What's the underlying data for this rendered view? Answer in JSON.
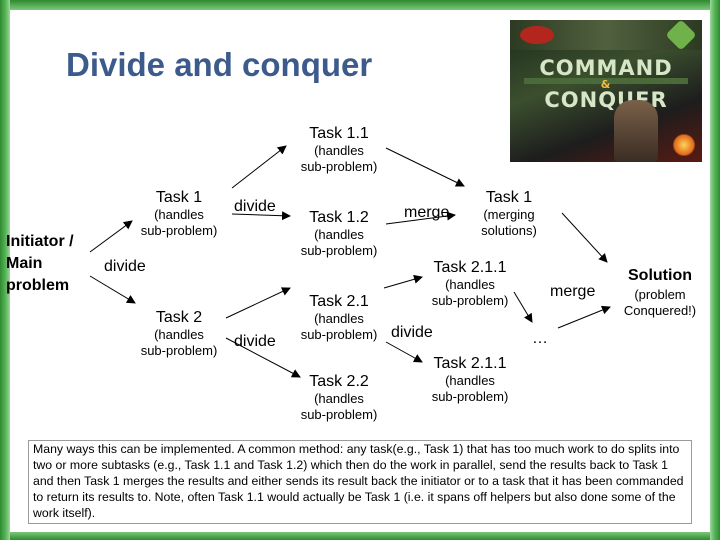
{
  "slide": {
    "title": "Divide and conquer",
    "accent_color": "#3c5a8c",
    "frame_color": "#3a9a3a"
  },
  "logo": {
    "word1": "COMMAND",
    "amp": "&",
    "word2": "CONQUER"
  },
  "initiator": {
    "line1": "Initiator /",
    "line2": "Main",
    "line3": "problem"
  },
  "nodes": {
    "task1_top": {
      "name": "Task 1",
      "sub1": "(handles",
      "sub2": "sub-problem)"
    },
    "task2": {
      "name": "Task 2",
      "sub1": "(handles",
      "sub2": "sub-problem)"
    },
    "task11": {
      "name": "Task 1.1",
      "sub1": "(handles",
      "sub2": "sub-problem)"
    },
    "task12": {
      "name": "Task 1.2",
      "sub1": "(handles",
      "sub2": "sub-problem)"
    },
    "task1_merge": {
      "name": "Task 1",
      "sub1": "(merging",
      "sub2": "solutions)"
    },
    "task21": {
      "name": "Task 2.1",
      "sub1": "(handles",
      "sub2": "sub-problem)"
    },
    "task22": {
      "name": "Task 2.2",
      "sub1": "(handles",
      "sub2": "sub-problem)"
    },
    "task211_a": {
      "name": "Task 2.1.1",
      "sub1": "(handles",
      "sub2": "sub-problem)"
    },
    "task211_b": {
      "name": "Task 2.1.1",
      "sub1": "(handles",
      "sub2": "sub-problem)"
    }
  },
  "solution": {
    "name": "Solution",
    "sub1": "(problem",
    "sub2": "Conquered!)"
  },
  "labels": {
    "divide_main": "divide",
    "divide_task1": "divide",
    "divide_task2": "divide",
    "divide_task21": "divide",
    "merge_task1": "merge",
    "merge_final": "merge",
    "ellipsis": "…"
  },
  "description": "Many ways this can be implemented. A common method: any task(e.g., Task 1) that has too much work to do splits into two or more subtasks (e.g., Task 1.1 and Task 1.2) which then do the work in parallel, send the results back to Task 1 and then Task 1 merges the results and either sends its result back the initiator or to a task that it has been commanded to return its results to. Note, often Task 1.1 would actually be Task 1 (i.e. it spans off  helpers but also done some of the work itself)."
}
